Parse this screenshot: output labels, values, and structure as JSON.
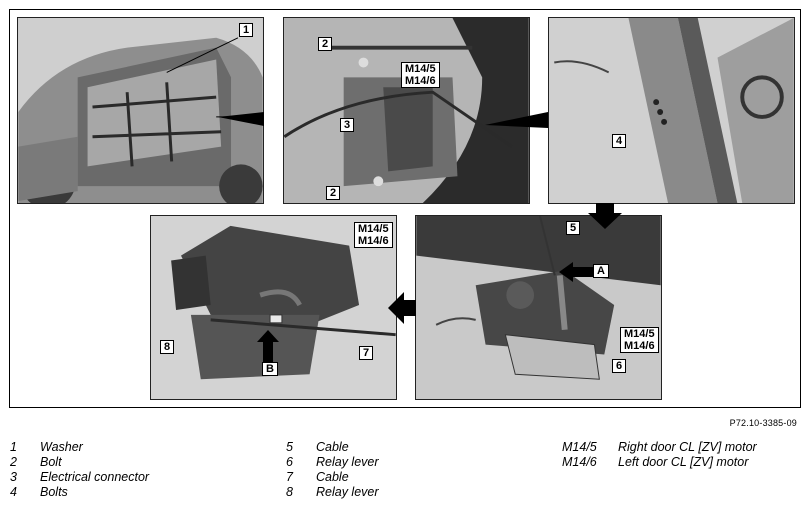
{
  "callouts": {
    "c1": "1",
    "c2a": "2",
    "c2b": "2",
    "c3": "3",
    "c4": "4",
    "c5": "5",
    "c6": "6",
    "c7": "7",
    "c8": "8",
    "m_top": [
      "M14/5",
      "M14/6"
    ],
    "m_left": [
      "M14/5",
      "M14/6"
    ],
    "m_right": [
      "M14/5",
      "M14/6"
    ],
    "a": "A",
    "b": "B"
  },
  "reference": "P72.10-3385-09",
  "legend": {
    "col1": [
      {
        "num": "1",
        "text": "Washer"
      },
      {
        "num": "2",
        "text": "Bolt"
      },
      {
        "num": "3",
        "text": "Electrical connector"
      },
      {
        "num": "4",
        "text": "Bolts"
      }
    ],
    "col2": [
      {
        "num": "5",
        "text": "Cable"
      },
      {
        "num": "6",
        "text": "Relay lever"
      },
      {
        "num": "7",
        "text": "Cable"
      },
      {
        "num": "8",
        "text": "Relay lever"
      }
    ],
    "col3": [
      {
        "num": "M14/5",
        "text": "Right door CL [ZV] motor"
      },
      {
        "num": "M14/6",
        "text": "Left door CL [ZV] motor"
      }
    ]
  }
}
